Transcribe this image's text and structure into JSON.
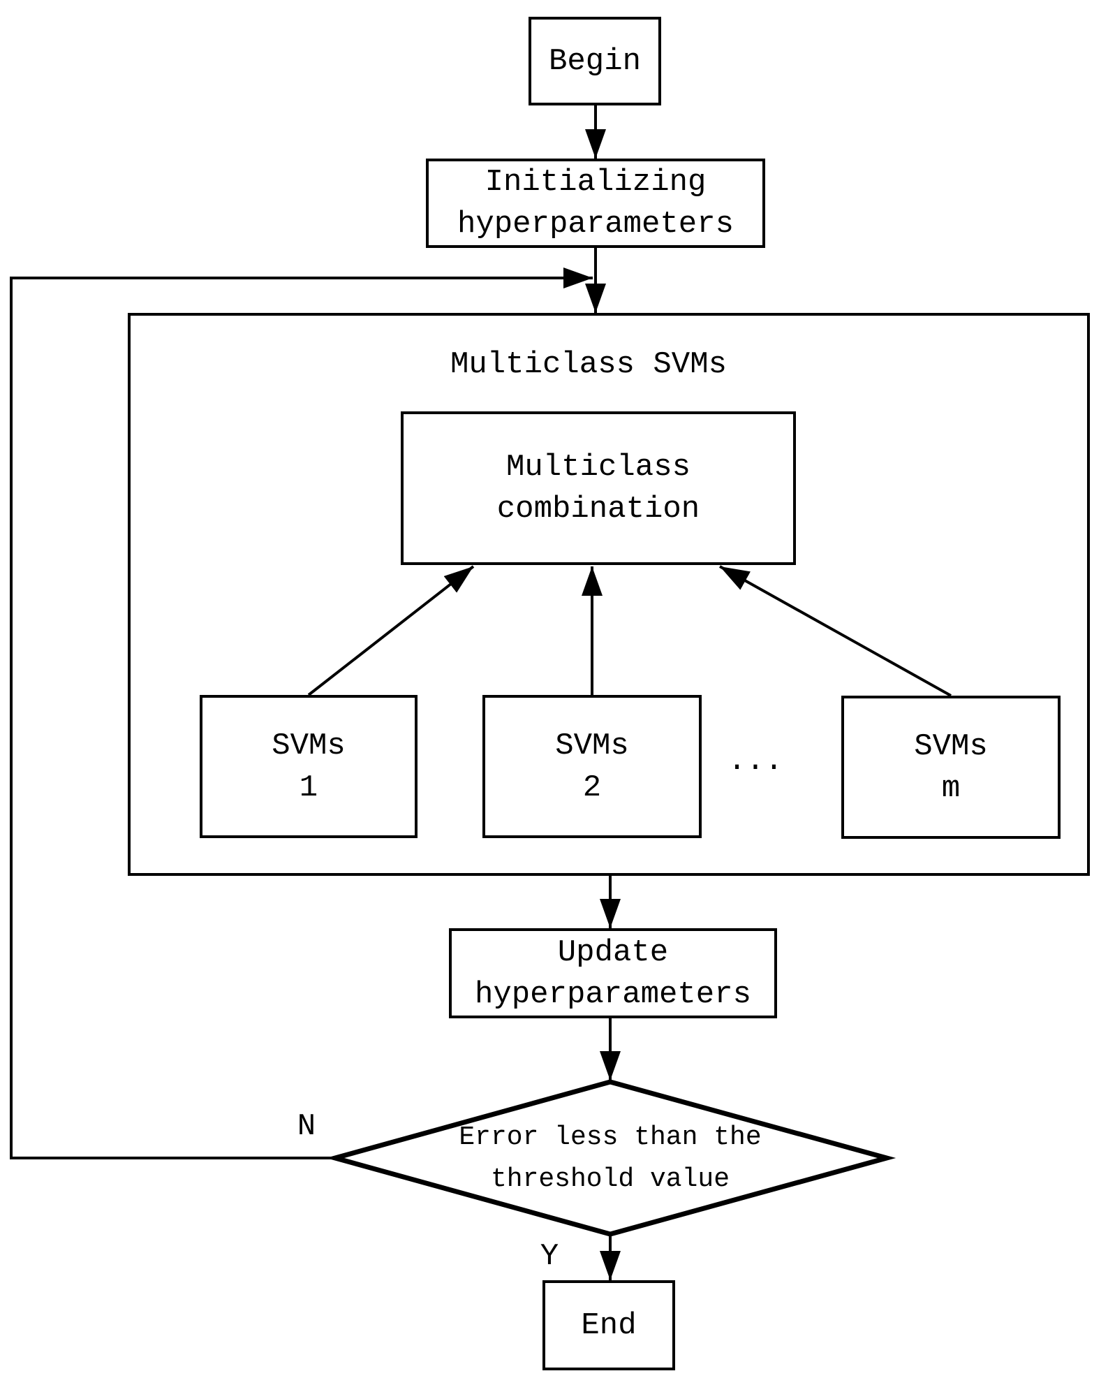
{
  "colors": {
    "background": "#ffffff",
    "stroke": "#000000"
  },
  "flowchart": {
    "begin": {
      "label": "Begin"
    },
    "init": {
      "label": "Initializing\nhyperparameters"
    },
    "group": {
      "title": "Multiclass SVMs"
    },
    "combination": {
      "label": "Multiclass\ncombination"
    },
    "svm_1": {
      "label": "SVMs\n1"
    },
    "svm_2": {
      "label": "SVMs\n2"
    },
    "svm_m": {
      "label": "SVMs\nm"
    },
    "ellipsis": "...",
    "update": {
      "label": "Update\nhyperparameters"
    },
    "decision": {
      "label": "Error less than the\nthreshold value",
      "no_label": "N",
      "yes_label": "Y"
    },
    "end": {
      "label": "End"
    }
  }
}
